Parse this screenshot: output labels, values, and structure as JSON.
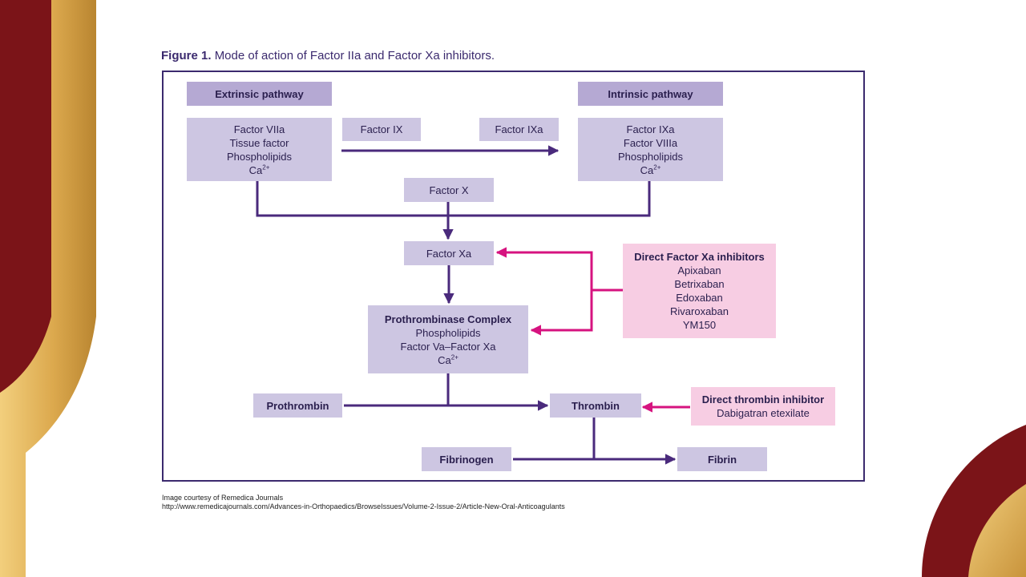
{
  "figure": {
    "title_bold": "Figure 1.",
    "title_rest": "Mode of action of Factor IIa and Factor Xa inhibitors."
  },
  "headers": {
    "extrinsic": "Extrinsic pathway",
    "intrinsic": "Intrinsic pathway"
  },
  "extrinsic_box": {
    "line1": "Factor VIIa",
    "line2": "Tissue factor",
    "line3": "Phospholipids",
    "line4_base": "Ca",
    "line4_sup": "2+"
  },
  "intrinsic_box": {
    "line1": "Factor IXa",
    "line2": "Factor VIIIa",
    "line3": "Phospholipids",
    "line4_base": "Ca",
    "line4_sup": "2+"
  },
  "factors": {
    "factor_ix": "Factor IX",
    "factor_ixa": "Factor IXa",
    "factor_x": "Factor X",
    "factor_xa": "Factor Xa"
  },
  "prothrombinase": {
    "title": "Prothrombinase Complex",
    "line1": "Phospholipids",
    "line2": "Factor Va–Factor Xa",
    "line3_base": "Ca",
    "line3_sup": "2+"
  },
  "xa_inhibitors": {
    "title": "Direct Factor Xa inhibitors",
    "drugs": [
      "Apixaban",
      "Betrixaban",
      "Edoxaban",
      "Rivaroxaban",
      "YM150"
    ]
  },
  "thrombin_inhibitor": {
    "title": "Direct thrombin inhibitor",
    "drug": "Dabigatran etexilate"
  },
  "nodes": {
    "prothrombin": "Prothrombin",
    "thrombin": "Thrombin",
    "fibrinogen": "Fibrinogen",
    "fibrin": "Fibrin"
  },
  "credit": {
    "line1": "Image courtesy of Remedica Journals",
    "line2": "http://www.remedicajournals.com/Advances-in-Orthopaedics/BrowseIssues/Volume-2-Issue-2/Article-New-Oral-Anticoagulants"
  },
  "colors": {
    "arrow_purple": "#4a2a7c",
    "arrow_pink": "#d6137f",
    "box_lavender": "#cdc6e2",
    "box_header": "#b5a9d3",
    "box_pink": "#f7cde3",
    "accent_maroon": "#7b1418",
    "accent_gold": "#dca94e"
  }
}
